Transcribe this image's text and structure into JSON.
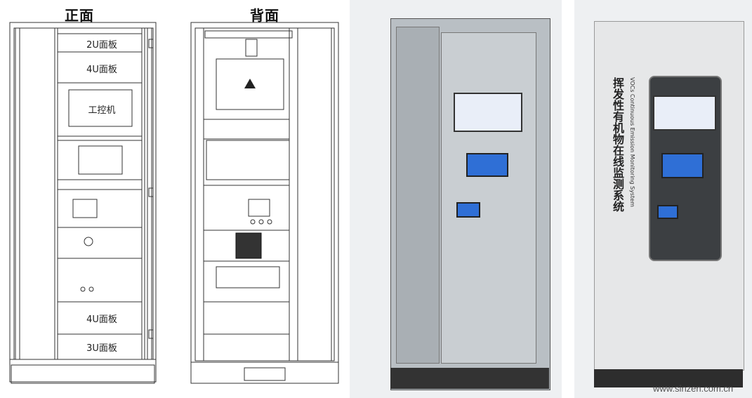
{
  "drawing_front": {
    "title": "正面",
    "panels": {
      "panel_2u": "2U面板",
      "panel_4u_top": "4U面板",
      "ipc": "工控机",
      "panel_4u_bottom": "4U面板",
      "panel_3u": "3U面板"
    }
  },
  "drawing_back": {
    "title": "背面"
  },
  "photo_cabinet_right": {
    "vertical_cn": "挥发性有机物在线监测系统",
    "vertical_en": "VOCs Continuous Emission Monitoring System"
  },
  "watermark": "www.sinzen.com.cn"
}
